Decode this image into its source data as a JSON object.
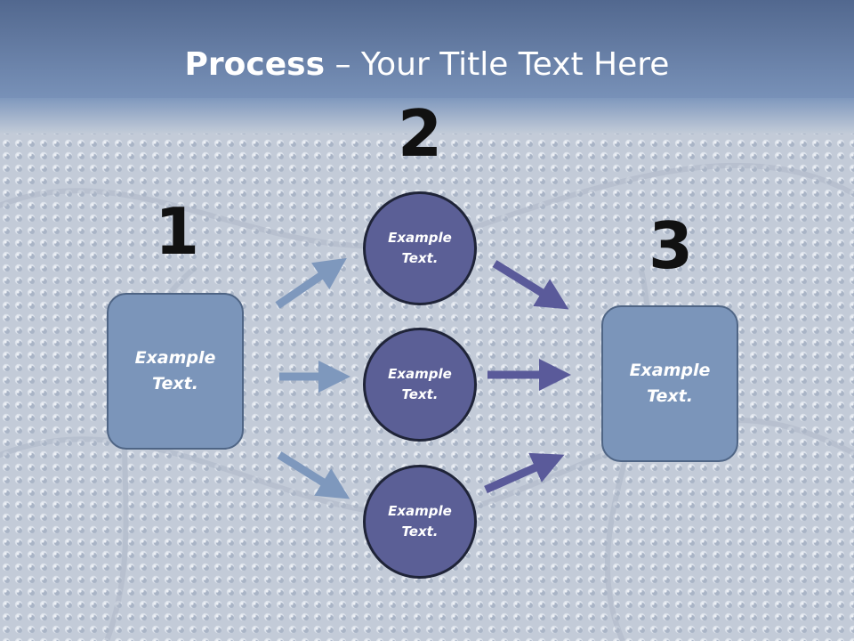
{
  "slide": {
    "title_bold": "Process",
    "title_rest": " – Your Title Text Here"
  },
  "diagram": {
    "steps": [
      {
        "number": "1",
        "text": "Example\nText."
      },
      {
        "number": "2",
        "nodes": [
          "Example\nText.",
          "Example\nText.",
          "Example\nText."
        ]
      },
      {
        "number": "3",
        "text": "Example\nText."
      }
    ]
  },
  "colors": {
    "header_band": "#6b84ab",
    "background_texture": "#c4ccd9",
    "box_fill": "#7b95ba",
    "circle_fill": "#5b5f96",
    "arrow_light": "#7e98bd",
    "arrow_dark": "#5a5a9a"
  }
}
